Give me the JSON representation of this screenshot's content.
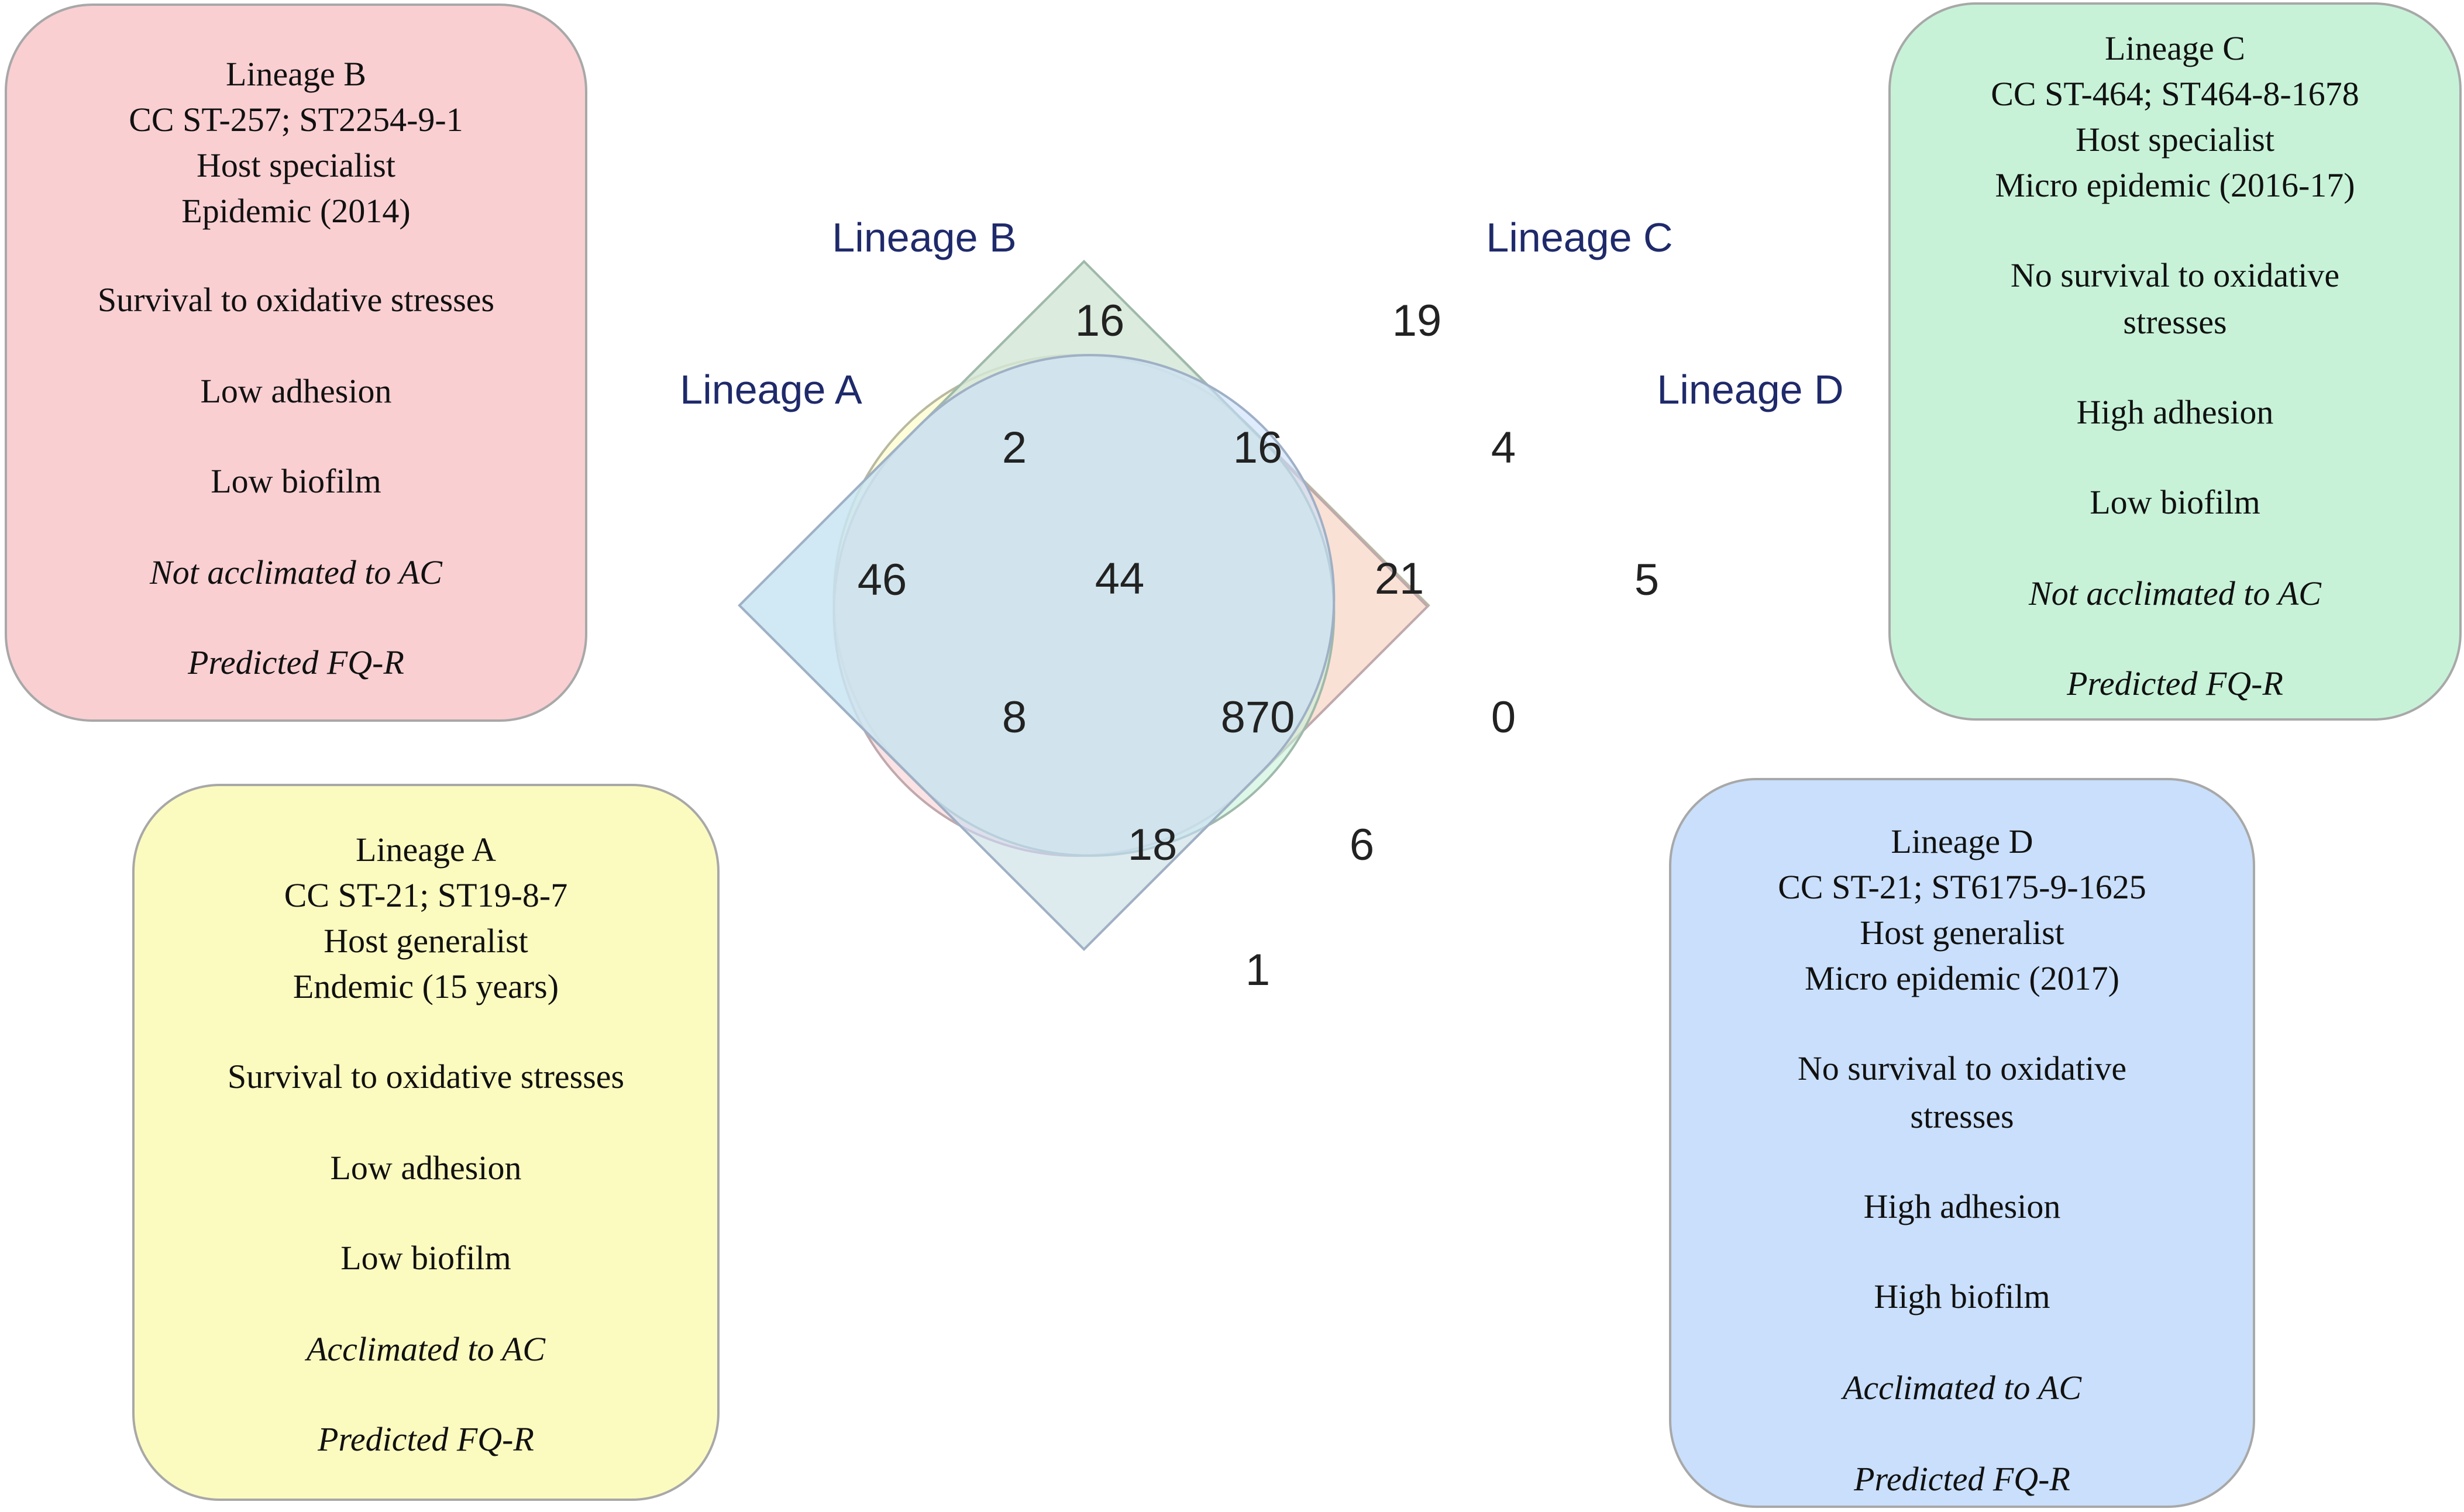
{
  "colors": {
    "lineage_a": "#fbfbc0",
    "lineage_b": "#f9cfd2",
    "lineage_c": "#c7f2d8",
    "lineage_d": "#c9dffb",
    "set_label": "#1f2a6b"
  },
  "venn": {
    "labels": {
      "a": "Lineage A",
      "b": "Lineage B",
      "c": "Lineage C",
      "d": "Lineage D"
    },
    "counts": {
      "a_only": "46",
      "b_only": "16",
      "c_only": "19",
      "d_only": "5",
      "ab": "2",
      "bc": "16",
      "cd": "4",
      "abc": "44",
      "bcd": "21",
      "ac": "8",
      "abcd": "870",
      "bd": "0",
      "acd": "18",
      "abd": "6",
      "ad": "1"
    }
  },
  "cards": {
    "b": {
      "lines": [
        "Lineage  B",
        "CC ST-257; ST2254-9-1",
        "Host specialist",
        "Epidemic  (2014)",
        "Survival  to oxidative  stresses",
        "Low adhesion",
        "Low biofilm",
        "Not acclimated to AC",
        "Predicted FQ-R"
      ]
    },
    "c": {
      "lines": [
        "Lineage  C",
        "CC ST-464; ST464-8-1678",
        "Host specialist",
        "Micro  epidemic  (2016-17)",
        "No survival  to oxidative",
        "stresses",
        "High  adhesion",
        "Low biofilm",
        "Not acclimated to AC",
        "Predicted FQ-R"
      ]
    },
    "a": {
      "lines": [
        "Lineage  A",
        "CC ST-21; ST19-8-7",
        "Host generalist",
        "Endemic  (15 years)",
        "Survival  to oxidative  stresses",
        "Low adhesion",
        "Low biofilm",
        "Acclimated to AC",
        "Predicted FQ-R"
      ]
    },
    "d": {
      "lines": [
        "Lineage  D",
        "CC ST-21; ST6175-9-1625",
        "Host generalist",
        "Micro  epidemic  (2017)",
        "No survival  to oxidative",
        "stresses",
        "High  adhesion",
        "High  biofilm",
        "Acclimated to AC",
        "Predicted FQ-R"
      ]
    }
  }
}
